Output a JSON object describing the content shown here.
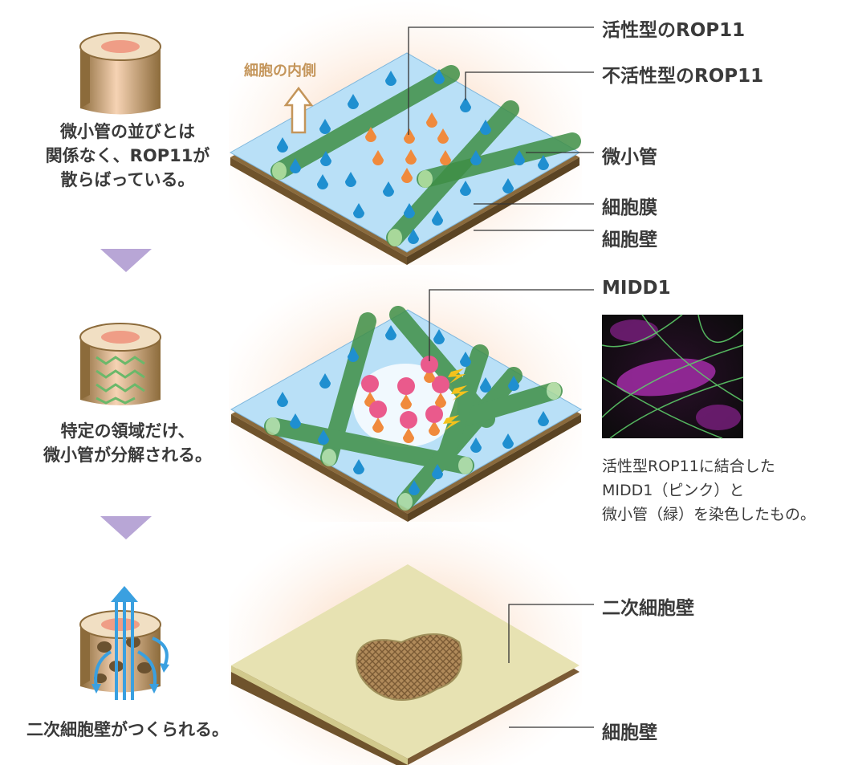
{
  "steps": [
    {
      "text_lines": [
        "微小管の並びとは",
        "関係なく、ROP11が",
        "散らばっている。"
      ]
    },
    {
      "text_lines": [
        "特定の領域だけ、",
        "微小管が分解される。"
      ]
    },
    {
      "text_lines": [
        "二次細胞壁がつくられる。"
      ]
    }
  ],
  "panel1": {
    "inner_side_label": "細胞の内側",
    "labels": {
      "active_rop11": "活性型のROP11",
      "inactive_rop11": "不活性型のROP11",
      "microtubule": "微小管",
      "plasma_membrane": "細胞膜",
      "cell_wall": "細胞壁"
    }
  },
  "panel2": {
    "labels": {
      "midd1": "MIDD1"
    },
    "photo_caption_lines": [
      "活性型ROP11に結合した",
      "MIDD1（ピンク）と",
      "微小管（緑）を染色したもの。"
    ]
  },
  "panel3": {
    "labels": {
      "secondary_wall": "二次細胞壁",
      "cell_wall": "細胞壁"
    }
  },
  "colors": {
    "membrane": "#b9e0f7",
    "cell_wall": "#8a6a3c",
    "microtubule": "#4aa04e",
    "active_rop11": "#f08a3c",
    "inactive_rop11": "#1f8fd0",
    "midd1": "#ea5a8c",
    "secondary_wall": "#e7e2b2",
    "arrow": "#b8a6d6"
  }
}
